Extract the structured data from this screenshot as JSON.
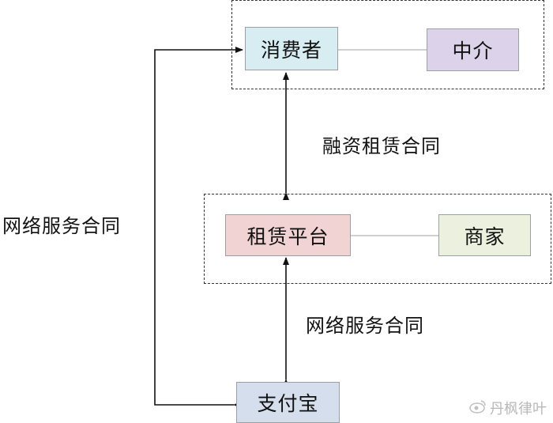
{
  "nodes": {
    "consumer": {
      "label": "消费者",
      "color": "#d8edf2"
    },
    "agent": {
      "label": "中介",
      "color": "#dcd3ea"
    },
    "platform": {
      "label": "租赁平台",
      "color": "#f1d3d4"
    },
    "merchant": {
      "label": "商家",
      "color": "#ebf1de"
    },
    "alipay": {
      "label": "支付宝",
      "color": "#d5deec"
    }
  },
  "edges": {
    "financing_lease_contract": "融资租赁合同",
    "network_service_contract_left": "网络服务合同",
    "network_service_contract_right": "网络服务合同"
  },
  "watermark": {
    "text": "丹枫律叶",
    "icon": "weibo-icon"
  }
}
